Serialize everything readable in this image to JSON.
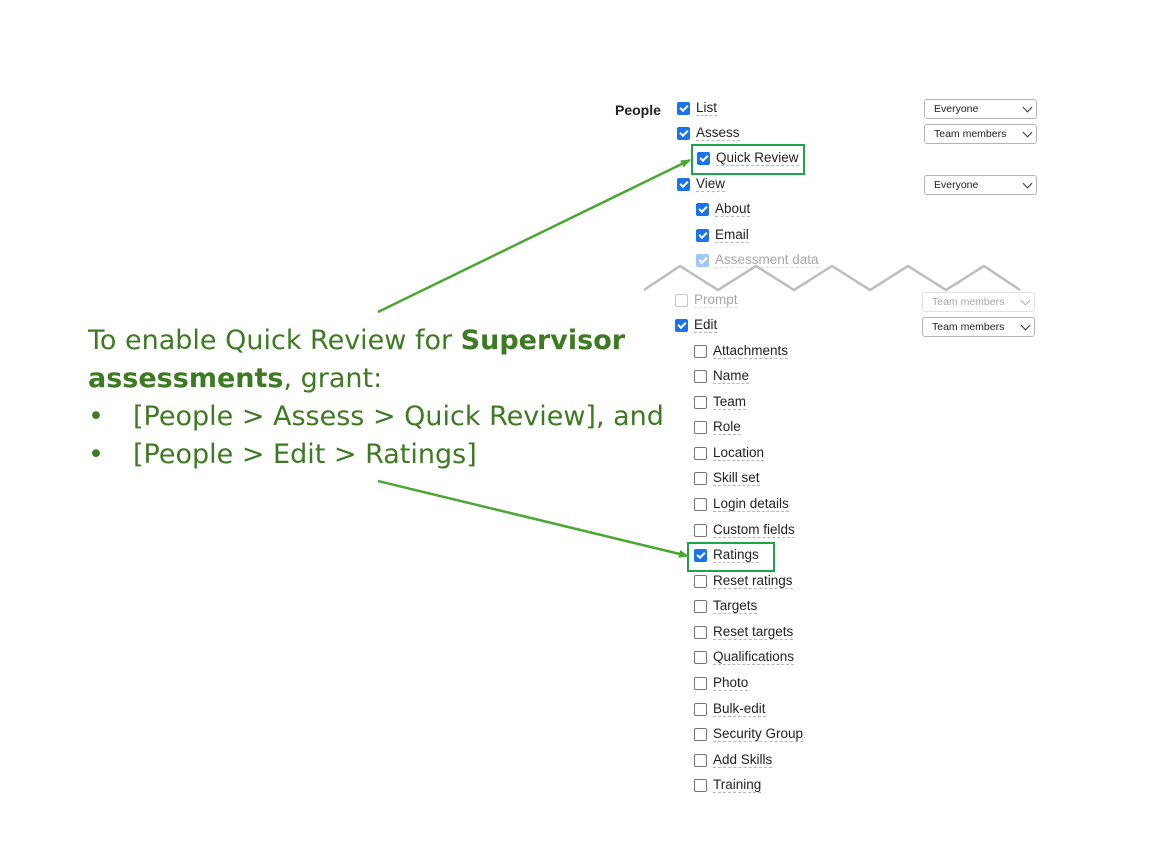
{
  "section": {
    "label": "People"
  },
  "items": [
    {
      "id": "list",
      "label": "List",
      "checked": true
    },
    {
      "id": "assess",
      "label": "Assess",
      "checked": true
    },
    {
      "id": "quick-review",
      "label": "Quick Review",
      "checked": true
    },
    {
      "id": "view",
      "label": "View",
      "checked": true
    },
    {
      "id": "about",
      "label": "About",
      "checked": true
    },
    {
      "id": "email",
      "label": "Email",
      "checked": true
    },
    {
      "id": "assessment-data",
      "label": "Assessment data",
      "checked": true
    },
    {
      "id": "prompt",
      "label": "Prompt",
      "checked": false
    },
    {
      "id": "edit",
      "label": "Edit",
      "checked": true
    },
    {
      "id": "attachments",
      "label": "Attachments",
      "checked": false
    },
    {
      "id": "name",
      "label": "Name",
      "checked": false
    },
    {
      "id": "team",
      "label": "Team",
      "checked": false
    },
    {
      "id": "role",
      "label": "Role",
      "checked": false
    },
    {
      "id": "location",
      "label": "Location",
      "checked": false
    },
    {
      "id": "skill-set",
      "label": "Skill set",
      "checked": false
    },
    {
      "id": "login-details",
      "label": "Login details",
      "checked": false
    },
    {
      "id": "custom-fields",
      "label": "Custom fields",
      "checked": false
    },
    {
      "id": "ratings",
      "label": "Ratings",
      "checked": true
    },
    {
      "id": "reset-ratings",
      "label": "Reset ratings",
      "checked": false
    },
    {
      "id": "targets",
      "label": "Targets",
      "checked": false
    },
    {
      "id": "reset-targets",
      "label": "Reset targets",
      "checked": false
    },
    {
      "id": "qualifications",
      "label": "Qualifications",
      "checked": false
    },
    {
      "id": "photo",
      "label": "Photo",
      "checked": false
    },
    {
      "id": "bulk-edit",
      "label": "Bulk-edit",
      "checked": false
    },
    {
      "id": "security-group",
      "label": "Security Group",
      "checked": false
    },
    {
      "id": "add-skills",
      "label": "Add Skills",
      "checked": false
    },
    {
      "id": "training",
      "label": "Training",
      "checked": false
    }
  ],
  "selects": {
    "list": "Everyone",
    "assess": "Team members",
    "view": "Everyone",
    "prompt": "Team members",
    "edit": "Team members"
  },
  "callout": {
    "line1_pre": "To enable Quick Review for ",
    "line1_bold": "Supervisor",
    "line2_bold": "assessments",
    "line2_post": ", grant:",
    "bullet_symbol": "•",
    "bullets": [
      "[People > Assess > Quick Review], and",
      "[People > Edit > Ratings]"
    ]
  },
  "colors": {
    "callout_text": "#3d7a22",
    "arrow": "#4aa832",
    "highlight_box": "#1ea44a",
    "checkbox_checked": "#1a73e8"
  }
}
